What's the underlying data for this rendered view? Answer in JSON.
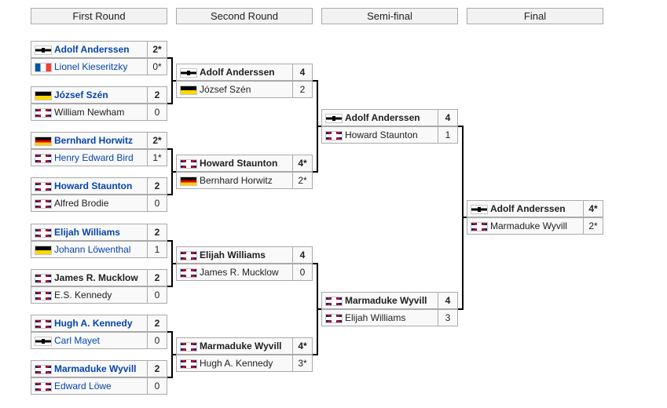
{
  "rounds": [
    "First Round",
    "Second Round",
    "Semi-final",
    "Final"
  ],
  "first_round": [
    {
      "players": [
        {
          "name": "Adolf Anderssen",
          "flag": "prussia",
          "score": "2*",
          "winner": true,
          "link": true
        },
        {
          "name": "Lionel Kieseritzky",
          "flag": "france",
          "score": "0*",
          "winner": false,
          "link": true
        }
      ]
    },
    {
      "players": [
        {
          "name": "József Szén",
          "flag": "hungary",
          "score": "2",
          "winner": true,
          "link": true
        },
        {
          "name": "William Newham",
          "flag": "uk",
          "score": "0",
          "winner": false,
          "link": false
        }
      ]
    },
    {
      "players": [
        {
          "name": "Bernhard Horwitz",
          "flag": "germany",
          "score": "2*",
          "winner": true,
          "link": true
        },
        {
          "name": "Henry Edward Bird",
          "flag": "uk",
          "score": "1*",
          "winner": false,
          "link": true
        }
      ]
    },
    {
      "players": [
        {
          "name": "Howard Staunton",
          "flag": "uk",
          "score": "2",
          "winner": true,
          "link": true
        },
        {
          "name": "Alfred Brodie",
          "flag": "uk",
          "score": "0",
          "winner": false,
          "link": false
        }
      ]
    },
    {
      "players": [
        {
          "name": "Elijah Williams",
          "flag": "uk",
          "score": "2",
          "winner": true,
          "link": true
        },
        {
          "name": "Johann Löwenthal",
          "flag": "hungary",
          "score": "1",
          "winner": false,
          "link": true
        }
      ]
    },
    {
      "players": [
        {
          "name": "James R. Mucklow",
          "flag": "uk",
          "score": "2",
          "winner": true,
          "link": false
        },
        {
          "name": "E.S. Kennedy",
          "flag": "uk",
          "score": "0",
          "winner": false,
          "link": false
        }
      ]
    },
    {
      "players": [
        {
          "name": "Hugh A. Kennedy",
          "flag": "uk",
          "score": "2",
          "winner": true,
          "link": true
        },
        {
          "name": "Carl Mayet",
          "flag": "prussia",
          "score": "0",
          "winner": false,
          "link": true
        }
      ]
    },
    {
      "players": [
        {
          "name": "Marmaduke Wyvill",
          "flag": "uk",
          "score": "2",
          "winner": true,
          "link": true
        },
        {
          "name": "Edward Löwe",
          "flag": "uk",
          "score": "0",
          "winner": false,
          "link": true
        }
      ]
    }
  ],
  "second_round": [
    {
      "players": [
        {
          "name": "Adolf Anderssen",
          "flag": "prussia",
          "score": "4",
          "winner": true,
          "link": false
        },
        {
          "name": "József Szén",
          "flag": "hungary",
          "score": "2",
          "winner": false,
          "link": false
        }
      ]
    },
    {
      "players": [
        {
          "name": "Howard Staunton",
          "flag": "uk",
          "score": "4*",
          "winner": true,
          "link": false
        },
        {
          "name": "Bernhard Horwitz",
          "flag": "germany",
          "score": "2*",
          "winner": false,
          "link": false
        }
      ]
    },
    {
      "players": [
        {
          "name": "Elijah Williams",
          "flag": "uk",
          "score": "4",
          "winner": true,
          "link": false
        },
        {
          "name": "James R. Mucklow",
          "flag": "uk",
          "score": "0",
          "winner": false,
          "link": false
        }
      ]
    },
    {
      "players": [
        {
          "name": "Marmaduke Wyvill",
          "flag": "uk",
          "score": "4*",
          "winner": true,
          "link": false
        },
        {
          "name": "Hugh A. Kennedy",
          "flag": "uk",
          "score": "3*",
          "winner": false,
          "link": false
        }
      ]
    }
  ],
  "semi_final": [
    {
      "players": [
        {
          "name": "Adolf Anderssen",
          "flag": "prussia",
          "score": "4",
          "winner": true,
          "link": false
        },
        {
          "name": "Howard Staunton",
          "flag": "uk",
          "score": "1",
          "winner": false,
          "link": false
        }
      ]
    },
    {
      "players": [
        {
          "name": "Marmaduke Wyvill",
          "flag": "uk",
          "score": "4",
          "winner": true,
          "link": false
        },
        {
          "name": "Elijah Williams",
          "flag": "uk",
          "score": "3",
          "winner": false,
          "link": false
        }
      ]
    }
  ],
  "final": [
    {
      "players": [
        {
          "name": "Adolf Anderssen",
          "flag": "prussia",
          "score": "4*",
          "winner": true,
          "link": false
        },
        {
          "name": "Marmaduke Wyvill",
          "flag": "uk",
          "score": "2*",
          "winner": false,
          "link": false
        }
      ]
    }
  ],
  "colors": {
    "link": "#0645ad",
    "text": "#202122",
    "cell_bg": "#f9f9f9",
    "header_bg": "#f2f2f2",
    "border": "#aaaaaa"
  }
}
